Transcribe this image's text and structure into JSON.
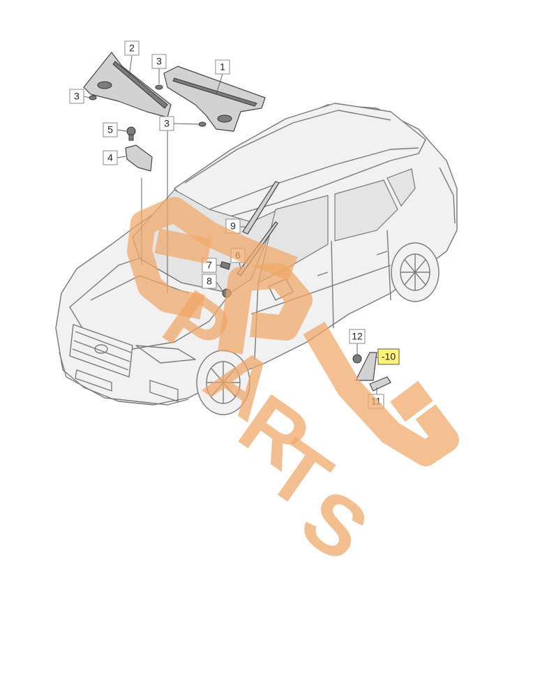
{
  "diagram": {
    "callouts": [
      {
        "id": "c1",
        "label": "1",
        "highlight": false
      },
      {
        "id": "c2",
        "label": "2",
        "highlight": false
      },
      {
        "id": "c3a",
        "label": "3",
        "highlight": false
      },
      {
        "id": "c3b",
        "label": "3",
        "highlight": false
      },
      {
        "id": "c3c",
        "label": "3",
        "highlight": false
      },
      {
        "id": "c4",
        "label": "4",
        "highlight": false
      },
      {
        "id": "c5",
        "label": "5",
        "highlight": false
      },
      {
        "id": "c6",
        "label": "6",
        "highlight": false
      },
      {
        "id": "c7",
        "label": "7",
        "highlight": false
      },
      {
        "id": "c8",
        "label": "8",
        "highlight": false
      },
      {
        "id": "c9",
        "label": "9",
        "highlight": false
      },
      {
        "id": "c10",
        "label": "-10",
        "highlight": true
      },
      {
        "id": "c11",
        "label": "11",
        "highlight": false
      },
      {
        "id": "c12",
        "label": "12",
        "highlight": false
      }
    ],
    "watermark": {
      "text": "PARTS",
      "color": "#f0a766"
    },
    "highlight_color": "#fff27a"
  }
}
